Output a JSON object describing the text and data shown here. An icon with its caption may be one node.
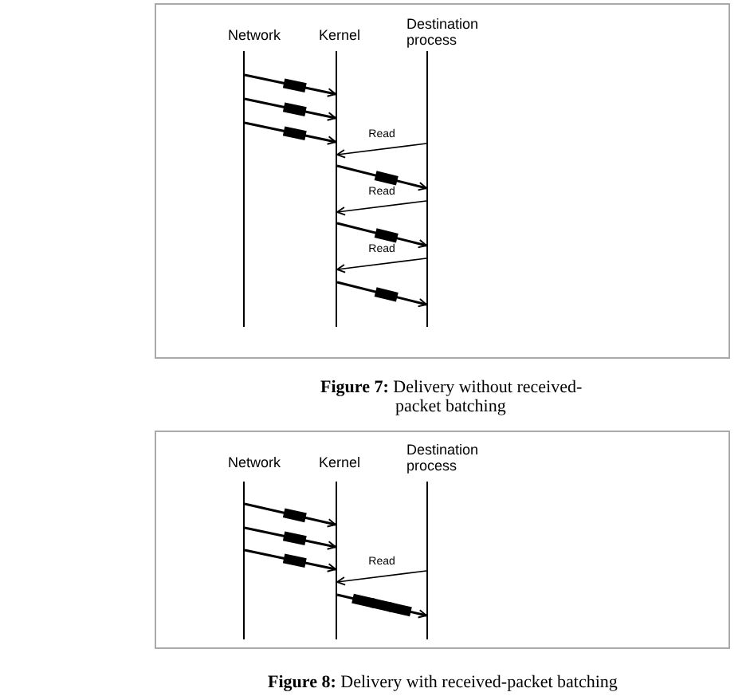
{
  "diagram": {
    "nodes": [
      {
        "text": [
          "Network"
        ]
      },
      {
        "text": [
          "Kernel"
        ]
      },
      {
        "text": [
          "Destination process"
        ]
      },
      {
        "text": [
          "Network"
        ]
      },
      {
        "text": [
          "Kernel"
        ]
      },
      {
        "text": [
          "Destination process"
        ]
      }
    ],
    "edges": [
      {
        "from": 0,
        "to": 1,
        "arrow": "to"
      },
      {
        "from": 0,
        "to": 1,
        "arrow": "to"
      },
      {
        "from": 0,
        "to": 1,
        "arrow": "to"
      },
      {
        "from": 2,
        "to": 1,
        "arrow": "to",
        "label": "Read"
      },
      {
        "from": 1,
        "to": 2,
        "arrow": "to"
      },
      {
        "from": 2,
        "to": 1,
        "arrow": "to",
        "label": "Read"
      },
      {
        "from": 1,
        "to": 2,
        "arrow": "to"
      },
      {
        "from": 2,
        "to": 1,
        "arrow": "to",
        "label": "Read"
      },
      {
        "from": 1,
        "to": 2,
        "arrow": "to"
      },
      {
        "from": 3,
        "to": 4,
        "arrow": "to"
      },
      {
        "from": 3,
        "to": 4,
        "arrow": "to"
      },
      {
        "from": 3,
        "to": 4,
        "arrow": "to"
      },
      {
        "from": 5,
        "to": 4,
        "arrow": "to",
        "label": "Read"
      },
      {
        "from": 4,
        "to": 5,
        "arrow": "to"
      }
    ],
    "labels": [
      "**Figure 7:** Delivery without received-packet batching",
      "**Figure 8:** Delivery with received-packet batching"
    ]
  }
}
